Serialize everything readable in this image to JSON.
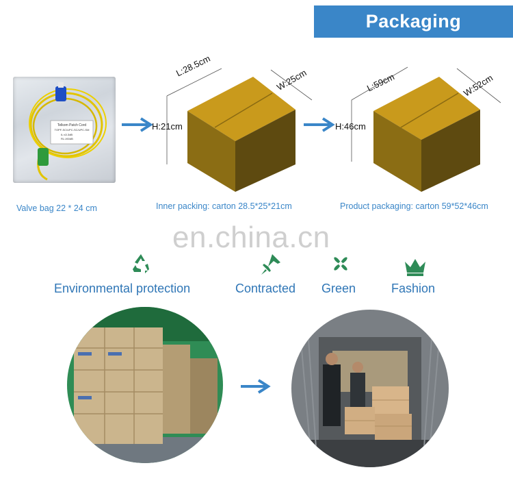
{
  "header": {
    "title": "Packaging"
  },
  "packaging": {
    "valve_bag": {
      "caption": "Valve bag 22 * 24 cm",
      "label_lines": [
        "Telkom Patch Cord",
        "TOPF-SC/UPC-SC/UPC-SM",
        "IL:≤0.3dB",
        "RL:≥50dB"
      ]
    },
    "inner": {
      "caption": "Inner packing: carton 28.5*25*21cm",
      "length": "L:28.5cm",
      "width": "W:25cm",
      "height": "H:21cm"
    },
    "product": {
      "caption": "Product packaging: carton 59*52*46cm",
      "length": "L:59cm",
      "width": "W:52cm",
      "height": "H:46cm"
    }
  },
  "watermark": "en.china.cn",
  "features": [
    {
      "label": "Environmental protection",
      "icon": "recycle-icon"
    },
    {
      "label": "Contracted",
      "icon": "pushpin-icon"
    },
    {
      "label": "Green",
      "icon": "clover-icon"
    },
    {
      "label": "Fashion",
      "icon": "crown-icon"
    }
  ],
  "colors": {
    "accent": "#3a86c8",
    "icon_green": "#2e8b57",
    "box_front": "#8b6d14",
    "box_top": "#c99a1c",
    "box_side": "#5e4a10"
  }
}
